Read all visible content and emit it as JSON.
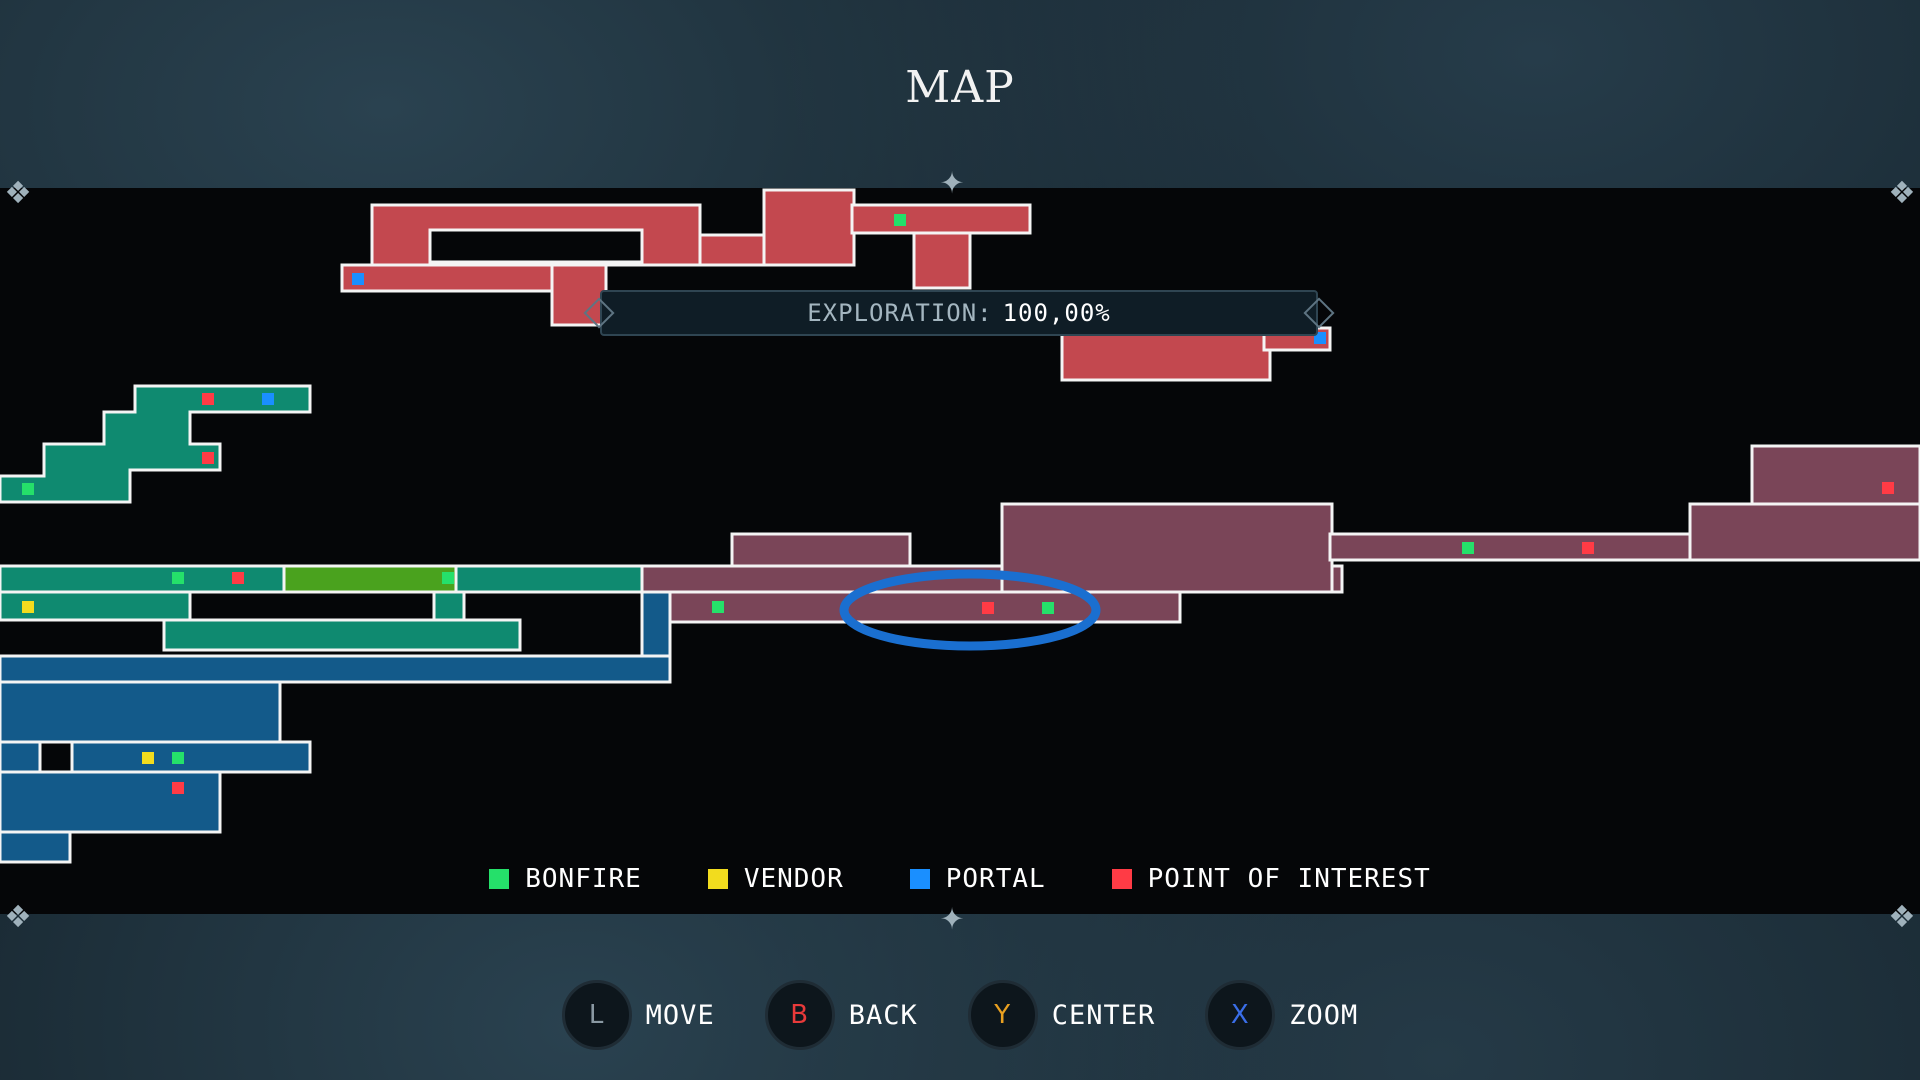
{
  "screen_title": "MAP",
  "exploration": {
    "label": "EXPLORATION:",
    "value": "100,00%"
  },
  "legend": [
    {
      "label": "BONFIRE",
      "color": "#25e06a",
      "icon": "bonfire-marker-icon"
    },
    {
      "label": "VENDOR",
      "color": "#f2dc1e",
      "icon": "vendor-marker-icon"
    },
    {
      "label": "PORTAL",
      "color": "#1a8fff",
      "icon": "portal-marker-icon"
    },
    {
      "label": "POINT OF INTEREST",
      "color": "#ff3b45",
      "icon": "point-of-interest-marker-icon"
    }
  ],
  "controls": [
    {
      "key": "L",
      "label": "MOVE",
      "key_color": "#8a99a3",
      "icon": "left-stick-icon"
    },
    {
      "key": "B",
      "label": "BACK",
      "key_color": "#e83a3a",
      "icon": "b-button-icon"
    },
    {
      "key": "Y",
      "label": "CENTER",
      "key_color": "#e8a020",
      "icon": "y-button-icon"
    },
    {
      "key": "X",
      "label": "ZOOM",
      "key_color": "#3a6ee8",
      "icon": "x-button-icon"
    }
  ],
  "region_colors": {
    "red_zone": "#c3484f",
    "teal_zone": "#0f8a70",
    "green_zone": "#4aa21e",
    "blue_zone": "#135a8a",
    "purple_zone": "#7a4558",
    "highlight_circle": "#1a6fd0"
  }
}
